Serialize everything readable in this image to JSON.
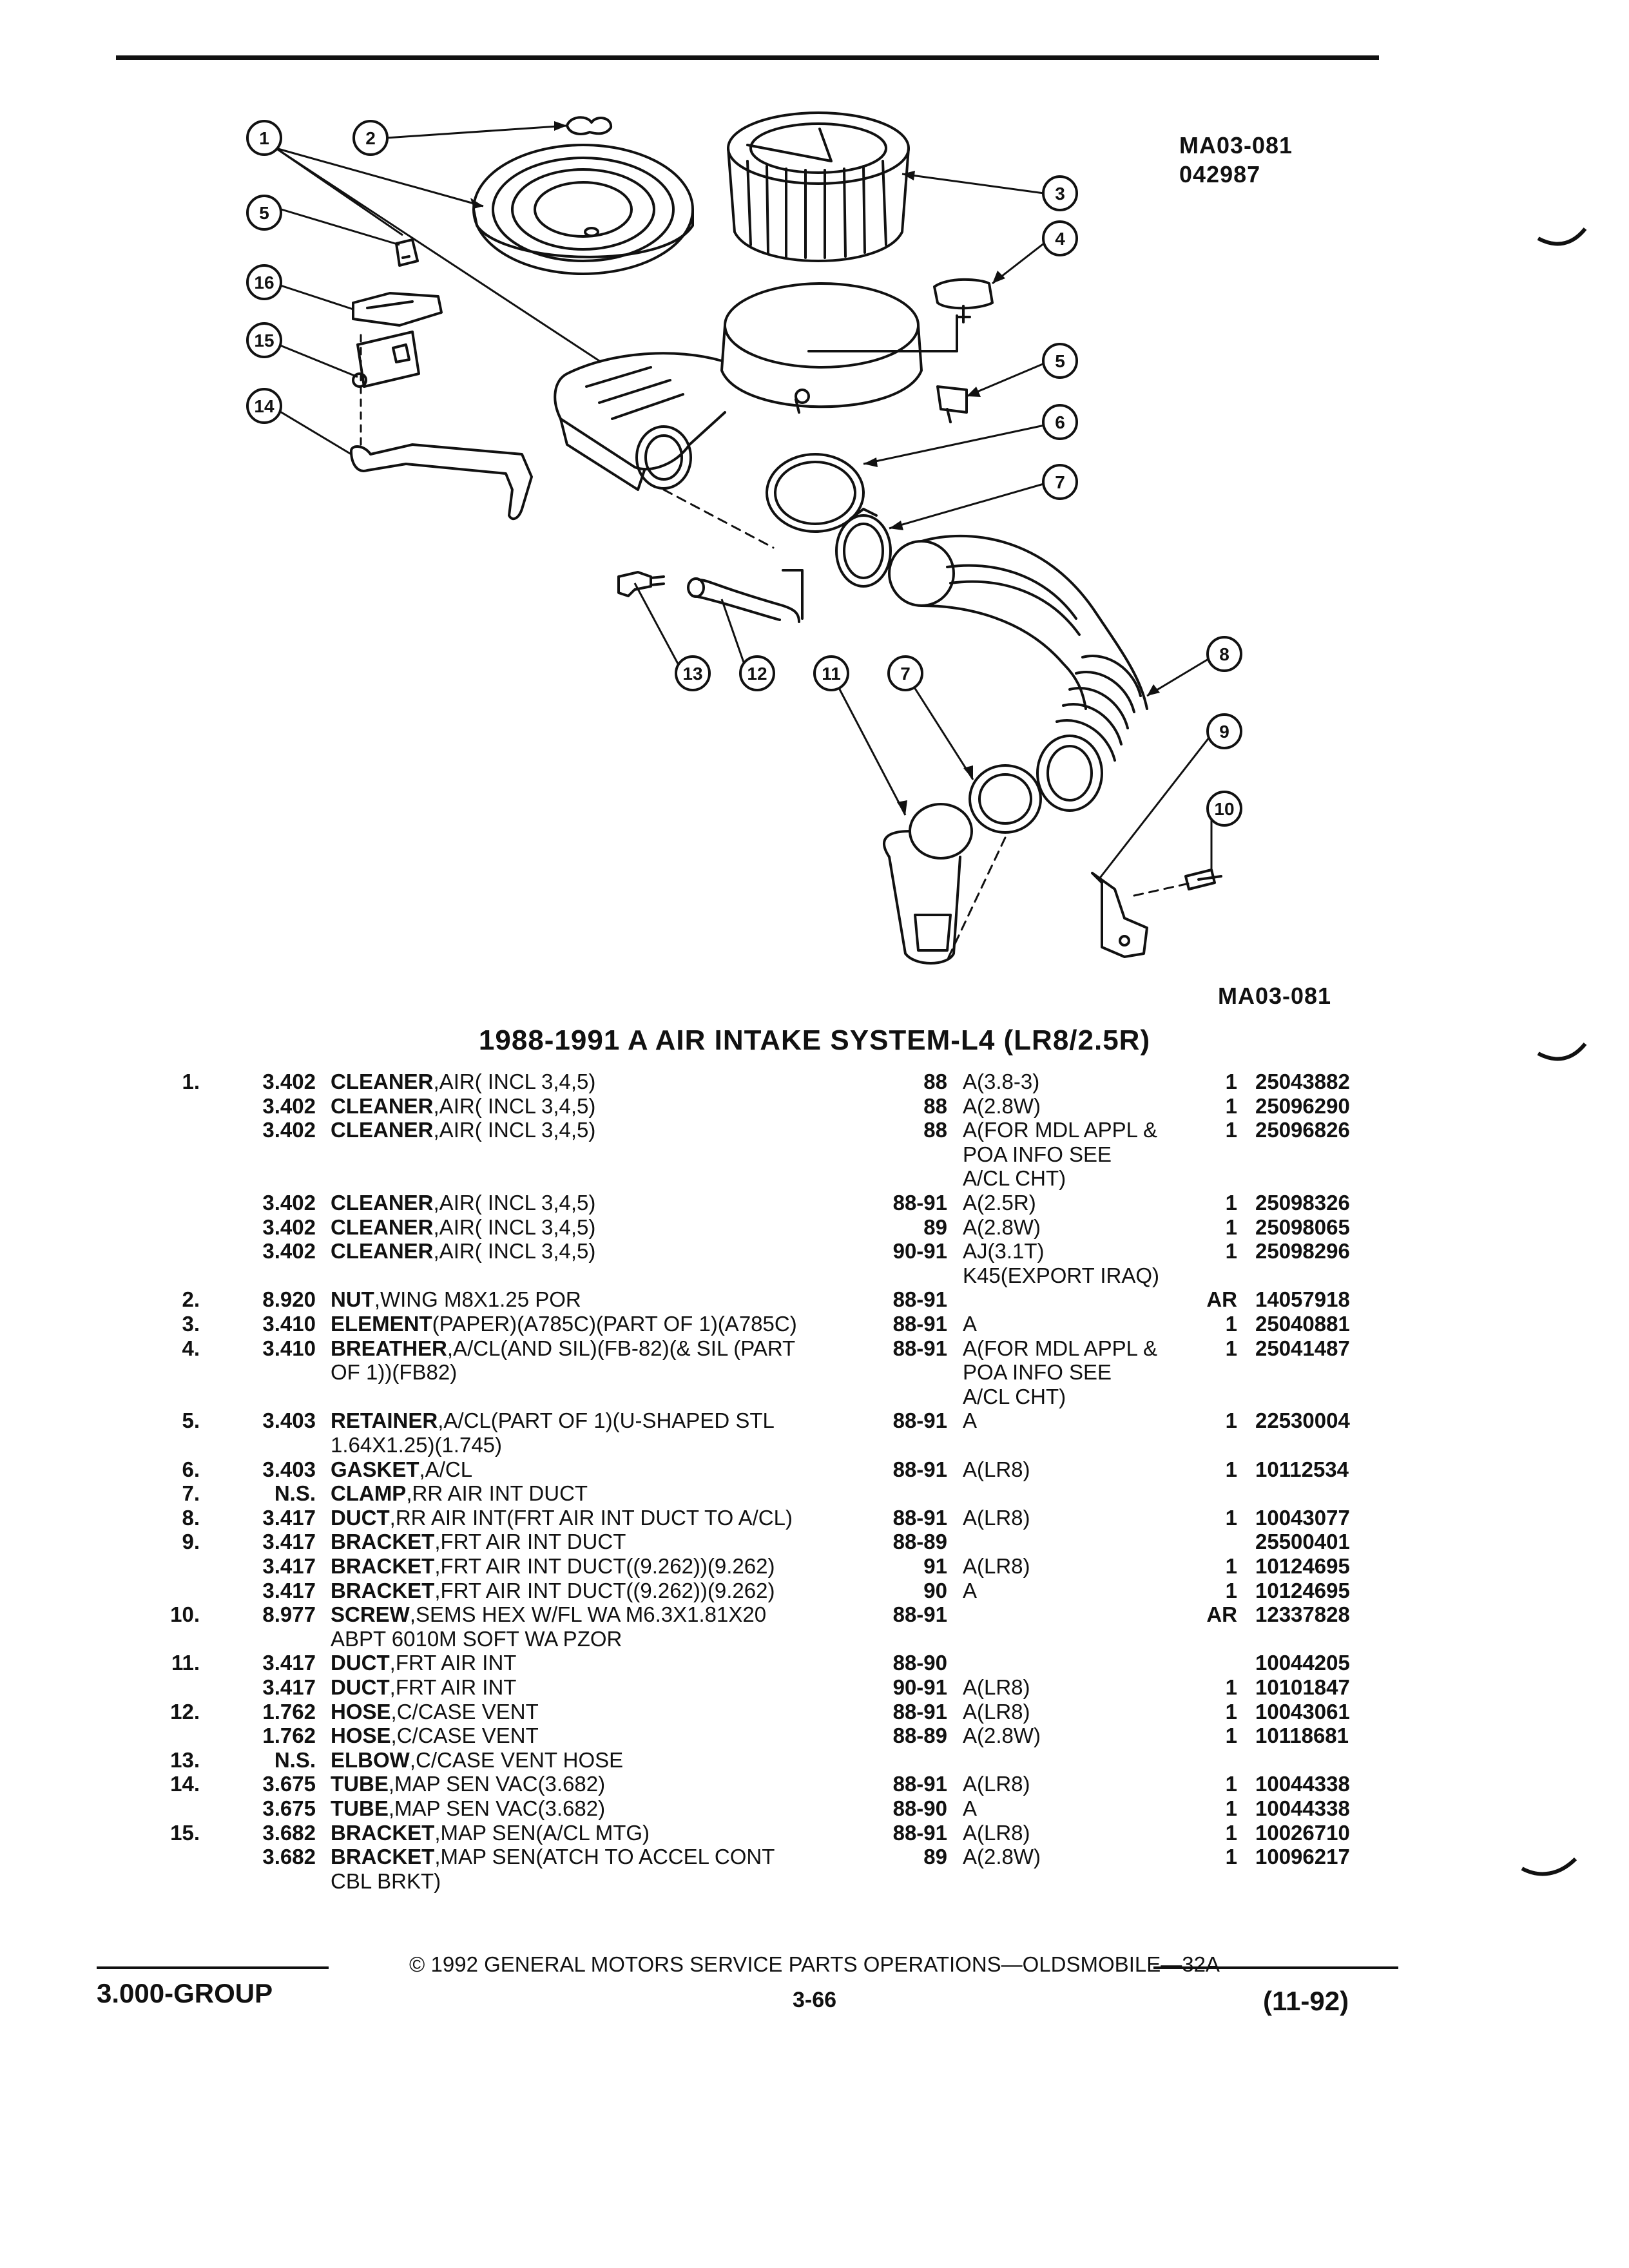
{
  "figure": {
    "id_top": "MA03-081",
    "date_code": "042987",
    "id_bottom": "MA03-081",
    "callouts": [
      "1",
      "2",
      "3",
      "4",
      "5",
      "16",
      "15",
      "14",
      "5",
      "6",
      "7",
      "13",
      "12",
      "11",
      "7",
      "8",
      "9",
      "10"
    ]
  },
  "title": "1988-1991 A AIR INTAKE SYSTEM-L4 (LR8/2.5R)",
  "rows": [
    {
      "item": "1.",
      "group": "3.402",
      "name": "CLEANER",
      "rest": ",AIR( INCL 3,4,5)",
      "years": "88",
      "usage": "A(3.8-3)",
      "qty": "1",
      "part": "25043882"
    },
    {
      "item": "",
      "group": "3.402",
      "name": "CLEANER",
      "rest": ",AIR( INCL 3,4,5)",
      "years": "88",
      "usage": "A(2.8W)",
      "qty": "1",
      "part": "25096290"
    },
    {
      "item": "",
      "group": "3.402",
      "name": "CLEANER",
      "rest": ",AIR( INCL 3,4,5)",
      "years": "88",
      "usage": "A(FOR MDL APPL &",
      "qty": "1",
      "part": "25096826"
    },
    {
      "cont_usage": "POA INFO SEE"
    },
    {
      "cont_usage": "A/CL CHT)"
    },
    {
      "item": "",
      "group": "3.402",
      "name": "CLEANER",
      "rest": ",AIR( INCL 3,4,5)",
      "years": "88-91",
      "usage": "A(2.5R)",
      "qty": "1",
      "part": "25098326"
    },
    {
      "item": "",
      "group": "3.402",
      "name": "CLEANER",
      "rest": ",AIR( INCL 3,4,5)",
      "years": "89",
      "usage": "A(2.8W)",
      "qty": "1",
      "part": "25098065"
    },
    {
      "item": "",
      "group": "3.402",
      "name": "CLEANER",
      "rest": ",AIR( INCL 3,4,5)",
      "years": "90-91",
      "usage": "AJ(3.1T)",
      "qty": "1",
      "part": "25098296"
    },
    {
      "cont_usage": "K45(EXPORT IRAQ)"
    },
    {
      "item": "2.",
      "group": "8.920",
      "name": "NUT",
      "rest": ",WING M8X1.25 POR",
      "years": "88-91",
      "usage": "",
      "qty": "AR",
      "part": "14057918"
    },
    {
      "item": "3.",
      "group": "3.410",
      "name": "ELEMENT",
      "rest": "(PAPER)(A785C)(PART OF 1)(A785C)",
      "years": "88-91",
      "usage": "A",
      "qty": "1",
      "part": "25040881"
    },
    {
      "item": "4.",
      "group": "3.410",
      "name": "BREATHER",
      "rest": ",A/CL(AND SIL)(FB-82)(& SIL (PART",
      "years": "88-91",
      "usage": "A(FOR MDL APPL &",
      "qty": "1",
      "part": "25041487"
    },
    {
      "cont_desc": "OF 1))(FB82)",
      "cont_usage": "POA INFO SEE"
    },
    {
      "cont_usage": "A/CL CHT)"
    },
    {
      "item": "5.",
      "group": "3.403",
      "name": "RETAINER",
      "rest": ",A/CL(PART OF 1)(U-SHAPED STL",
      "years": "88-91",
      "usage": "A",
      "qty": "1",
      "part": "22530004"
    },
    {
      "cont_desc": "1.64X1.25)(1.745)"
    },
    {
      "item": "6.",
      "group": "3.403",
      "name": "GASKET",
      "rest": ",A/CL",
      "years": "88-91",
      "usage": "A(LR8)",
      "qty": "1",
      "part": "10112534"
    },
    {
      "item": "7.",
      "group": "N.S.",
      "name": "CLAMP",
      "rest": ",RR AIR INT DUCT",
      "years": "",
      "usage": "",
      "qty": "",
      "part": ""
    },
    {
      "item": "8.",
      "group": "3.417",
      "name": "DUCT",
      "rest": ",RR AIR INT(FRT AIR INT DUCT TO A/CL)",
      "years": "88-91",
      "usage": "A(LR8)",
      "qty": "1",
      "part": "10043077"
    },
    {
      "item": "9.",
      "group": "3.417",
      "name": "BRACKET",
      "rest": ",FRT AIR INT DUCT",
      "years": "88-89",
      "usage": "",
      "qty": "",
      "part": "25500401"
    },
    {
      "item": "",
      "group": "3.417",
      "name": "BRACKET",
      "rest": ",FRT AIR INT DUCT((9.262))(9.262)",
      "years": "91",
      "usage": "A(LR8)",
      "qty": "1",
      "part": "10124695"
    },
    {
      "item": "",
      "group": "3.417",
      "name": "BRACKET",
      "rest": ",FRT AIR INT DUCT((9.262))(9.262)",
      "years": "90",
      "usage": "A",
      "qty": "1",
      "part": "10124695"
    },
    {
      "item": "10.",
      "group": "8.977",
      "name": "SCREW",
      "rest": ",SEMS HEX W/FL WA M6.3X1.81X20",
      "years": "88-91",
      "usage": "",
      "qty": "AR",
      "part": "12337828"
    },
    {
      "cont_desc": "ABPT 6010M SOFT WA PZOR"
    },
    {
      "item": "11.",
      "group": "3.417",
      "name": "DUCT",
      "rest": ",FRT AIR INT",
      "years": "88-90",
      "usage": "",
      "qty": "",
      "part": "10044205"
    },
    {
      "item": "",
      "group": "3.417",
      "name": "DUCT",
      "rest": ",FRT AIR INT",
      "years": "90-91",
      "usage": "A(LR8)",
      "qty": "1",
      "part": "10101847"
    },
    {
      "item": "12.",
      "group": "1.762",
      "name": "HOSE",
      "rest": ",C/CASE VENT",
      "years": "88-91",
      "usage": "A(LR8)",
      "qty": "1",
      "part": "10043061"
    },
    {
      "item": "",
      "group": "1.762",
      "name": "HOSE",
      "rest": ",C/CASE VENT",
      "years": "88-89",
      "usage": "A(2.8W)",
      "qty": "1",
      "part": "10118681"
    },
    {
      "item": "13.",
      "group": "N.S.",
      "name": "ELBOW",
      "rest": ",C/CASE VENT HOSE",
      "years": "",
      "usage": "",
      "qty": "",
      "part": ""
    },
    {
      "item": "14.",
      "group": "3.675",
      "name": "TUBE",
      "rest": ",MAP SEN VAC(3.682)",
      "years": "88-91",
      "usage": "A(LR8)",
      "qty": "1",
      "part": "10044338"
    },
    {
      "item": "",
      "group": "3.675",
      "name": "TUBE",
      "rest": ",MAP SEN VAC(3.682)",
      "years": "88-90",
      "usage": "A",
      "qty": "1",
      "part": "10044338"
    },
    {
      "item": "15.",
      "group": "3.682",
      "name": "BRACKET",
      "rest": ",MAP SEN(A/CL MTG)",
      "years": "88-91",
      "usage": "A(LR8)",
      "qty": "1",
      "part": "10026710"
    },
    {
      "item": "",
      "group": "3.682",
      "name": "BRACKET",
      "rest": ",MAP SEN(ATCH TO ACCEL CONT",
      "years": "89",
      "usage": "A(2.8W)",
      "qty": "1",
      "part": "10096217"
    },
    {
      "cont_desc": "CBL BRKT)"
    }
  ],
  "footer": {
    "copyright": "© 1992 GENERAL MOTORS SERVICE PARTS OPERATIONS—OLDSMOBILE—32A",
    "group": "3.000-GROUP",
    "page": "3-66",
    "date": "(11-92)"
  }
}
